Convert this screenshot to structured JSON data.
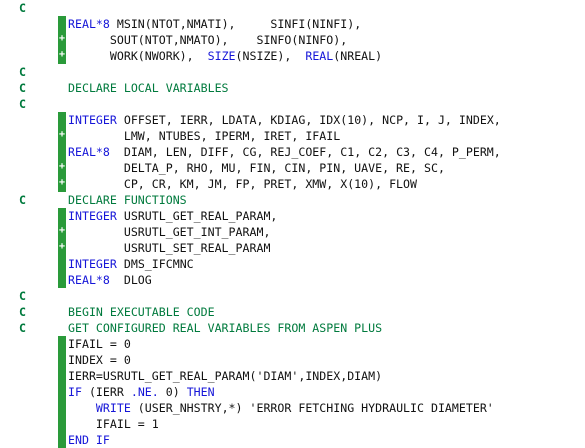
{
  "colors": {
    "keyword": "#1515d8",
    "comment": "#007a3d",
    "text": "#111111",
    "change_bar": "#2a9a3a"
  },
  "lines": [
    {
      "col0": "C",
      "bar": false,
      "plus": false,
      "segments": []
    },
    {
      "col0": "",
      "bar": true,
      "plus": false,
      "segments": [
        {
          "t": "REAL*8",
          "c": "kw"
        },
        {
          "t": " MSIN(NTOT,NMATI),     SINFI(NINFI),",
          "c": ""
        }
      ]
    },
    {
      "col0": "",
      "bar": true,
      "plus": true,
      "segments": [
        {
          "t": "      SOUT(NTOT,NMATO),    SINFO(NINFO),",
          "c": ""
        }
      ]
    },
    {
      "col0": "",
      "bar": true,
      "plus": true,
      "segments": [
        {
          "t": "      WORK(NWORK),  ",
          "c": ""
        },
        {
          "t": "SIZE",
          "c": "kw"
        },
        {
          "t": "(NSIZE),  ",
          "c": ""
        },
        {
          "t": "REAL",
          "c": "kw"
        },
        {
          "t": "(NREAL)",
          "c": ""
        }
      ]
    },
    {
      "col0": "C",
      "bar": false,
      "plus": false,
      "segments": []
    },
    {
      "col0": "C",
      "bar": false,
      "plus": false,
      "segments": [
        {
          "t": "DECLARE LOCAL VARIABLES",
          "c": "cm"
        }
      ]
    },
    {
      "col0": "C",
      "bar": false,
      "plus": false,
      "segments": []
    },
    {
      "col0": "",
      "bar": true,
      "plus": false,
      "segments": [
        {
          "t": "INTEGER",
          "c": "kw"
        },
        {
          "t": " OFFSET, IERR, LDATA, KDIAG, IDX(10), NCP, I, J, INDEX,",
          "c": ""
        }
      ]
    },
    {
      "col0": "",
      "bar": true,
      "plus": true,
      "segments": [
        {
          "t": "        LMW, NTUBES, IPERM, IRET, IFAIL",
          "c": ""
        }
      ]
    },
    {
      "col0": "",
      "bar": true,
      "plus": false,
      "segments": [
        {
          "t": "REAL*8",
          "c": "kw"
        },
        {
          "t": "  DIAM, LEN, DIFF, CG, REJ_COEF, C1, C2, C3, C4, P_PERM,",
          "c": ""
        }
      ]
    },
    {
      "col0": "",
      "bar": true,
      "plus": true,
      "segments": [
        {
          "t": "        DELTA_P, RHO, MU, FIN, CIN, PIN, UAVE, RE, SC,",
          "c": ""
        }
      ]
    },
    {
      "col0": "",
      "bar": true,
      "plus": true,
      "segments": [
        {
          "t": "        CP, CR, KM, JM, FP, PRET, XMW, X(10), FLOW",
          "c": ""
        }
      ]
    },
    {
      "col0": "C",
      "bar": false,
      "plus": false,
      "segments": [
        {
          "t": "DECLARE FUNCTIONS",
          "c": "cm"
        }
      ]
    },
    {
      "col0": "",
      "bar": true,
      "plus": false,
      "segments": [
        {
          "t": "INTEGER",
          "c": "kw"
        },
        {
          "t": " USRUTL_GET_REAL_PARAM,",
          "c": ""
        }
      ]
    },
    {
      "col0": "",
      "bar": true,
      "plus": true,
      "segments": [
        {
          "t": "        USRUTL_GET_INT_PARAM,",
          "c": ""
        }
      ]
    },
    {
      "col0": "",
      "bar": true,
      "plus": true,
      "segments": [
        {
          "t": "        USRUTL_SET_REAL_PARAM",
          "c": ""
        }
      ]
    },
    {
      "col0": "",
      "bar": true,
      "plus": false,
      "segments": [
        {
          "t": "INTEGER",
          "c": "kw"
        },
        {
          "t": " DMS_IFCMNC",
          "c": ""
        }
      ]
    },
    {
      "col0": "",
      "bar": true,
      "plus": false,
      "segments": [
        {
          "t": "REAL*8",
          "c": "kw"
        },
        {
          "t": "  DLOG",
          "c": ""
        }
      ]
    },
    {
      "col0": "C",
      "bar": false,
      "plus": false,
      "segments": []
    },
    {
      "col0": "C",
      "bar": false,
      "plus": false,
      "segments": [
        {
          "t": "BEGIN EXECUTABLE CODE",
          "c": "cm"
        }
      ]
    },
    {
      "col0": "C",
      "bar": false,
      "plus": false,
      "segments": [
        {
          "t": "GET CONFIGURED REAL VARIABLES FROM ASPEN PLUS",
          "c": "cm"
        }
      ]
    },
    {
      "col0": "",
      "bar": true,
      "plus": false,
      "segments": [
        {
          "t": "IFAIL = 0",
          "c": ""
        }
      ]
    },
    {
      "col0": "",
      "bar": true,
      "plus": false,
      "segments": [
        {
          "t": "INDEX = 0",
          "c": ""
        }
      ]
    },
    {
      "col0": "",
      "bar": true,
      "plus": false,
      "segments": [
        {
          "t": "IERR=USRUTL_GET_REAL_PARAM('DIAM',INDEX,DIAM)",
          "c": ""
        }
      ]
    },
    {
      "col0": "",
      "bar": true,
      "plus": false,
      "segments": [
        {
          "t": "IF",
          "c": "kw"
        },
        {
          "t": " (IERR ",
          "c": ""
        },
        {
          "t": ".NE.",
          "c": "kw"
        },
        {
          "t": " 0) ",
          "c": ""
        },
        {
          "t": "THEN",
          "c": "kw"
        }
      ]
    },
    {
      "col0": "",
      "bar": true,
      "plus": false,
      "segments": [
        {
          "t": "    ",
          "c": ""
        },
        {
          "t": "WRITE",
          "c": "kw"
        },
        {
          "t": " (USER_NHSTRY,*) 'ERROR FETCHING HYDRAULIC DIAMETER'",
          "c": ""
        }
      ]
    },
    {
      "col0": "",
      "bar": true,
      "plus": false,
      "segments": [
        {
          "t": "    IFAIL = 1",
          "c": ""
        }
      ]
    },
    {
      "col0": "",
      "bar": true,
      "plus": false,
      "segments": [
        {
          "t": "END IF",
          "c": "kw"
        }
      ]
    }
  ]
}
